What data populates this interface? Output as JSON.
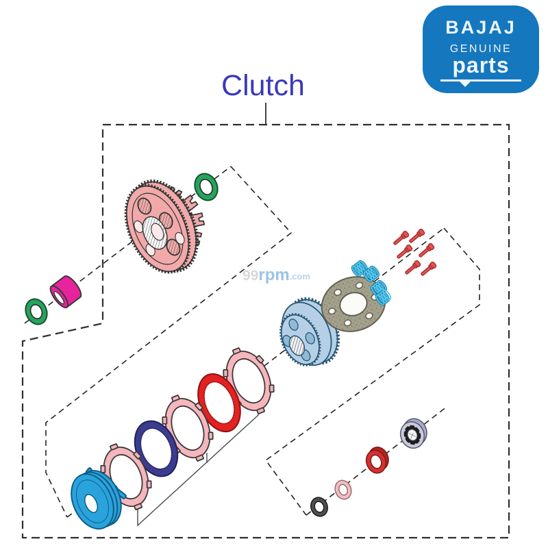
{
  "title": {
    "text": "Clutch"
  },
  "logo": {
    "brand": "BAJAJ",
    "line2": "GENUINE",
    "line3": "parts"
  },
  "watermark": {
    "num": "99",
    "mid": "rpm",
    "tld": ".com"
  },
  "colors": {
    "title": "#3a39bb",
    "logo_bg": "#1577bd",
    "logo_fg": "#ecf5fb",
    "wm_num": "#d8d8d8",
    "wm_mid": "#9cc4e6",
    "wm_tld": "#b7d4ee",
    "housing": "#f2a9a9",
    "oring": "#27a35d",
    "spacer": "#e8249c",
    "hub": "#b5d0e6",
    "steel": "#a3a08c",
    "spring": "#54c7ef",
    "spring_dark": "#1479a3",
    "screw": "#e05555",
    "screw_dark": "#a82a2a",
    "friction": "#f5b6bc",
    "navy": "#3c3c8e",
    "red_plate": "#e22222",
    "blue_plate": "#2aa3dc",
    "washer_black": "#4f4f4f",
    "washer_pink": "#efc0c4",
    "washer_red": "#d63030",
    "bearing": "#c9c9df"
  }
}
